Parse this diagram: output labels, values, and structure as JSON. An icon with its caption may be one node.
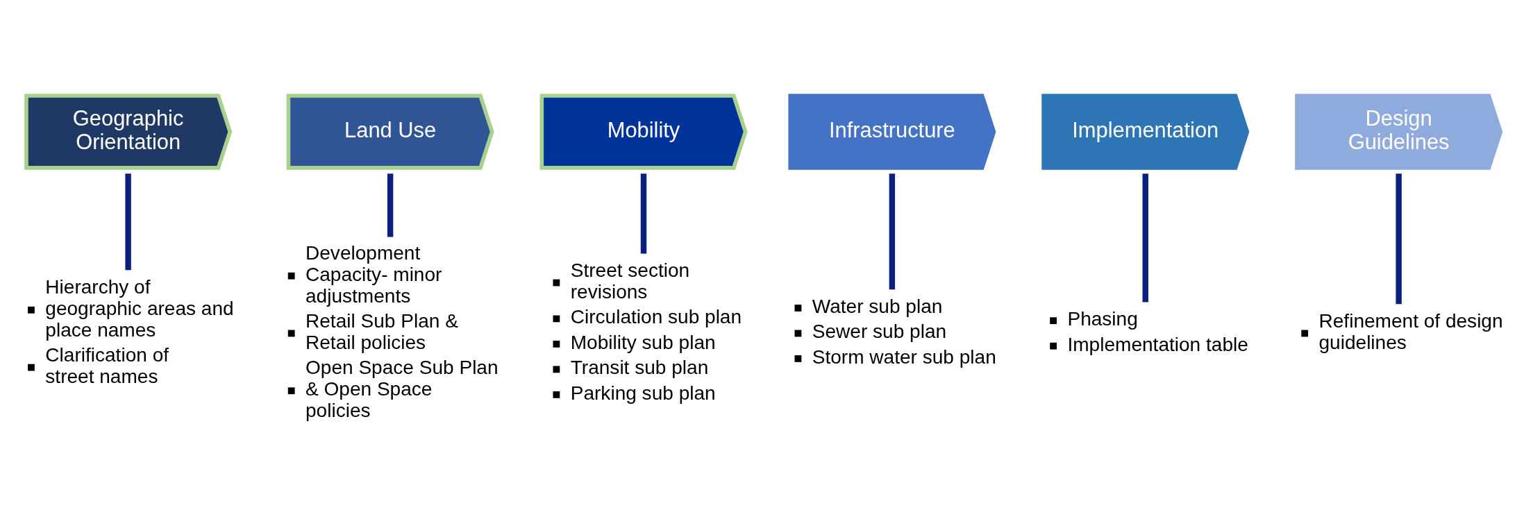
{
  "diagram": {
    "nodes": [
      {
        "text": [
          "Geographic Orientation"
        ]
      },
      {
        "text": [
          "Land Use"
        ]
      },
      {
        "text": [
          "Mobility"
        ]
      },
      {
        "text": [
          "Infrastructure"
        ]
      },
      {
        "text": [
          "Implementation"
        ]
      },
      {
        "text": [
          "Design Guidelines"
        ]
      },
      {
        "text": [
          "Hierarchy of geographic areas and place names",
          "Clarification of street names"
        ]
      },
      {
        "text": [
          "Development Capacity- minor adjustments",
          "Retail Sub Plan & Retail policies",
          "Open Space Sub Plan & Open Space policies"
        ]
      },
      {
        "text": [
          "Street section revisions",
          "Circulation sub plan",
          "Mobility sub plan",
          "Transit sub plan",
          "Parking sub plan"
        ]
      },
      {
        "text": [
          "Water sub plan",
          "Sewer sub plan",
          "Storm water sub plan"
        ]
      },
      {
        "text": [
          "Phasing",
          "Implementation table"
        ]
      },
      {
        "text": [
          "Refinement of design guidelines"
        ]
      }
    ],
    "edges": [
      {
        "from": 0,
        "to": 6,
        "arrow": "none"
      },
      {
        "from": 1,
        "to": 7,
        "arrow": "none"
      },
      {
        "from": 2,
        "to": 8,
        "arrow": "none"
      },
      {
        "from": 3,
        "to": 9,
        "arrow": "none"
      },
      {
        "from": 4,
        "to": 10,
        "arrow": "none"
      },
      {
        "from": 5,
        "to": 11,
        "arrow": "none"
      }
    ]
  }
}
